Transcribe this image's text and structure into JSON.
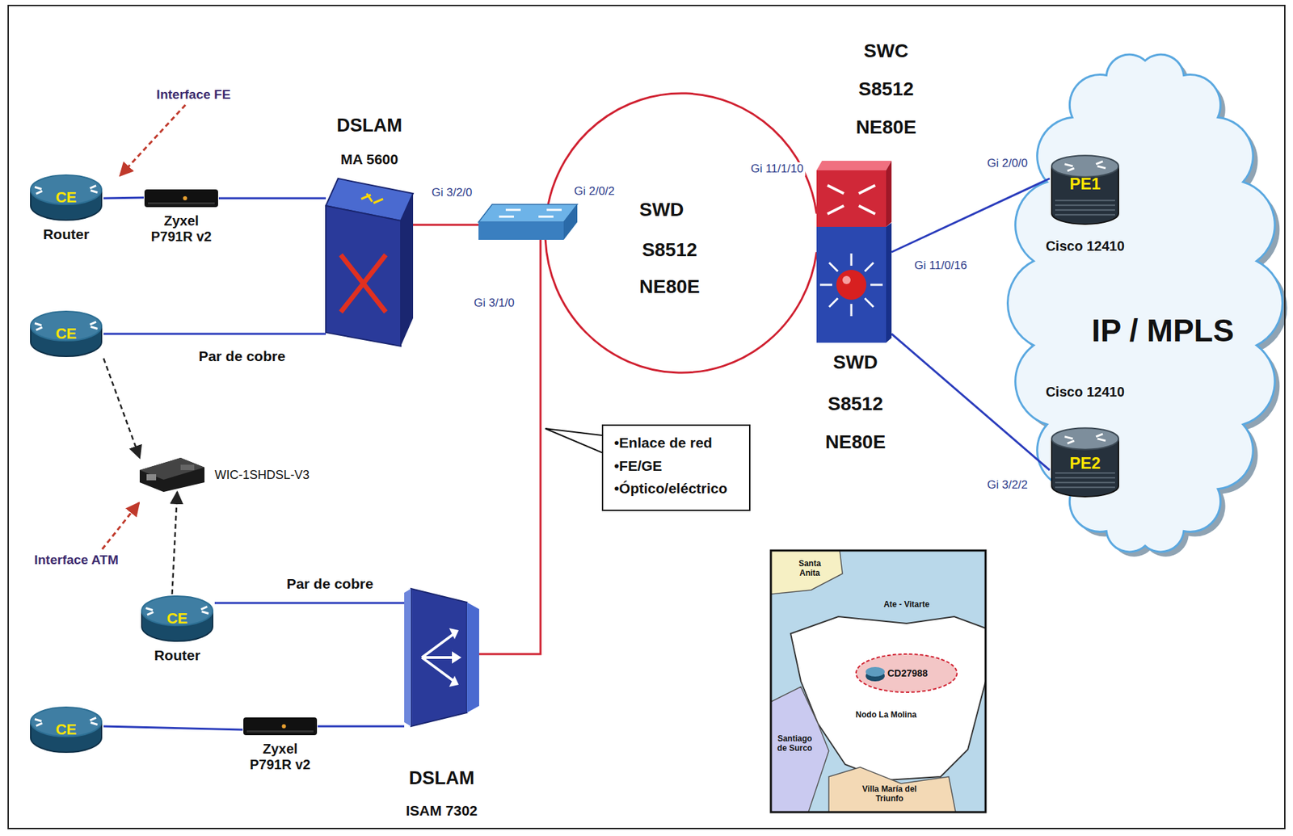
{
  "diagram": {
    "nodes": [
      {
        "text": [
          "CE",
          "Router"
        ]
      },
      {
        "text": [
          "Zyxel P791R v2"
        ]
      },
      {
        "text": [
          "DSLAM",
          "MA 5600"
        ]
      },
      {
        "text": [
          "CE"
        ]
      },
      {
        "text": [
          "WIC-1SHDSL-V3"
        ]
      },
      {
        "text": [
          "CE",
          "Router"
        ]
      },
      {
        "text": [
          "CE"
        ]
      },
      {
        "text": [
          "Zyxel P791R v2"
        ]
      },
      {
        "text": [
          "DSLAM",
          "ISAM 7302"
        ]
      },
      {
        "text": [
          "SWD",
          "S8512 NE80E"
        ]
      },
      {
        "text": [
          "SWC",
          "S8512 NE80E"
        ]
      },
      {
        "text": [
          "SWD",
          "S8512 NE80E"
        ]
      },
      {
        "text": [
          "IP / MPLS"
        ]
      },
      {
        "text": [
          "PE1",
          "Cisco 12410"
        ],
        "in": 12
      },
      {
        "text": [
          "Cisco 12410",
          "PE2"
        ],
        "in": 12
      },
      {
        "text": [
          "•Enlace de red",
          "•FE/GE",
          "•Óptico/eléctrico"
        ]
      }
    ],
    "edges": [
      {
        "from": 0,
        "to": 1,
        "arrow": "none"
      },
      {
        "from": 1,
        "to": 2,
        "arrow": "none"
      },
      {
        "from": 3,
        "to": 2,
        "label": "Par de cobre",
        "arrow": "none"
      },
      {
        "from": 3,
        "to": 4,
        "arrow": "to"
      },
      {
        "from": 5,
        "to": 4,
        "arrow": "to"
      },
      {
        "from": 5,
        "to": 8,
        "label": "Par de cobre",
        "arrow": "none"
      },
      {
        "from": 7,
        "to": 8,
        "arrow": "none"
      },
      {
        "from": 6,
        "to": 7,
        "arrow": "none"
      },
      {
        "from": 2,
        "to": 9,
        "arrow": "none"
      },
      {
        "from": 8,
        "to": 9,
        "arrow": "none"
      },
      {
        "from": 9,
        "to": 10,
        "arrow": "none"
      },
      {
        "from": 9,
        "to": 11,
        "arrow": "none"
      },
      {
        "from": 11,
        "to": 13,
        "arrow": "none"
      },
      {
        "from": 11,
        "to": 14,
        "arrow": "none"
      }
    ],
    "labels": [
      "Interface FE",
      "Interface ATM",
      "Gi 3/2/0",
      "Gi 2/0/2",
      "Gi 3/1/0",
      "Gi 11/1/10",
      "Gi 11/0/16",
      "Gi 2/0/0",
      "Gi 3/2/2",
      "Santa Anita",
      "Ate - Vitarte",
      "CD27988",
      "Nodo La Molina",
      "Santiago de Surco",
      "Villa María del Triunfo"
    ]
  }
}
